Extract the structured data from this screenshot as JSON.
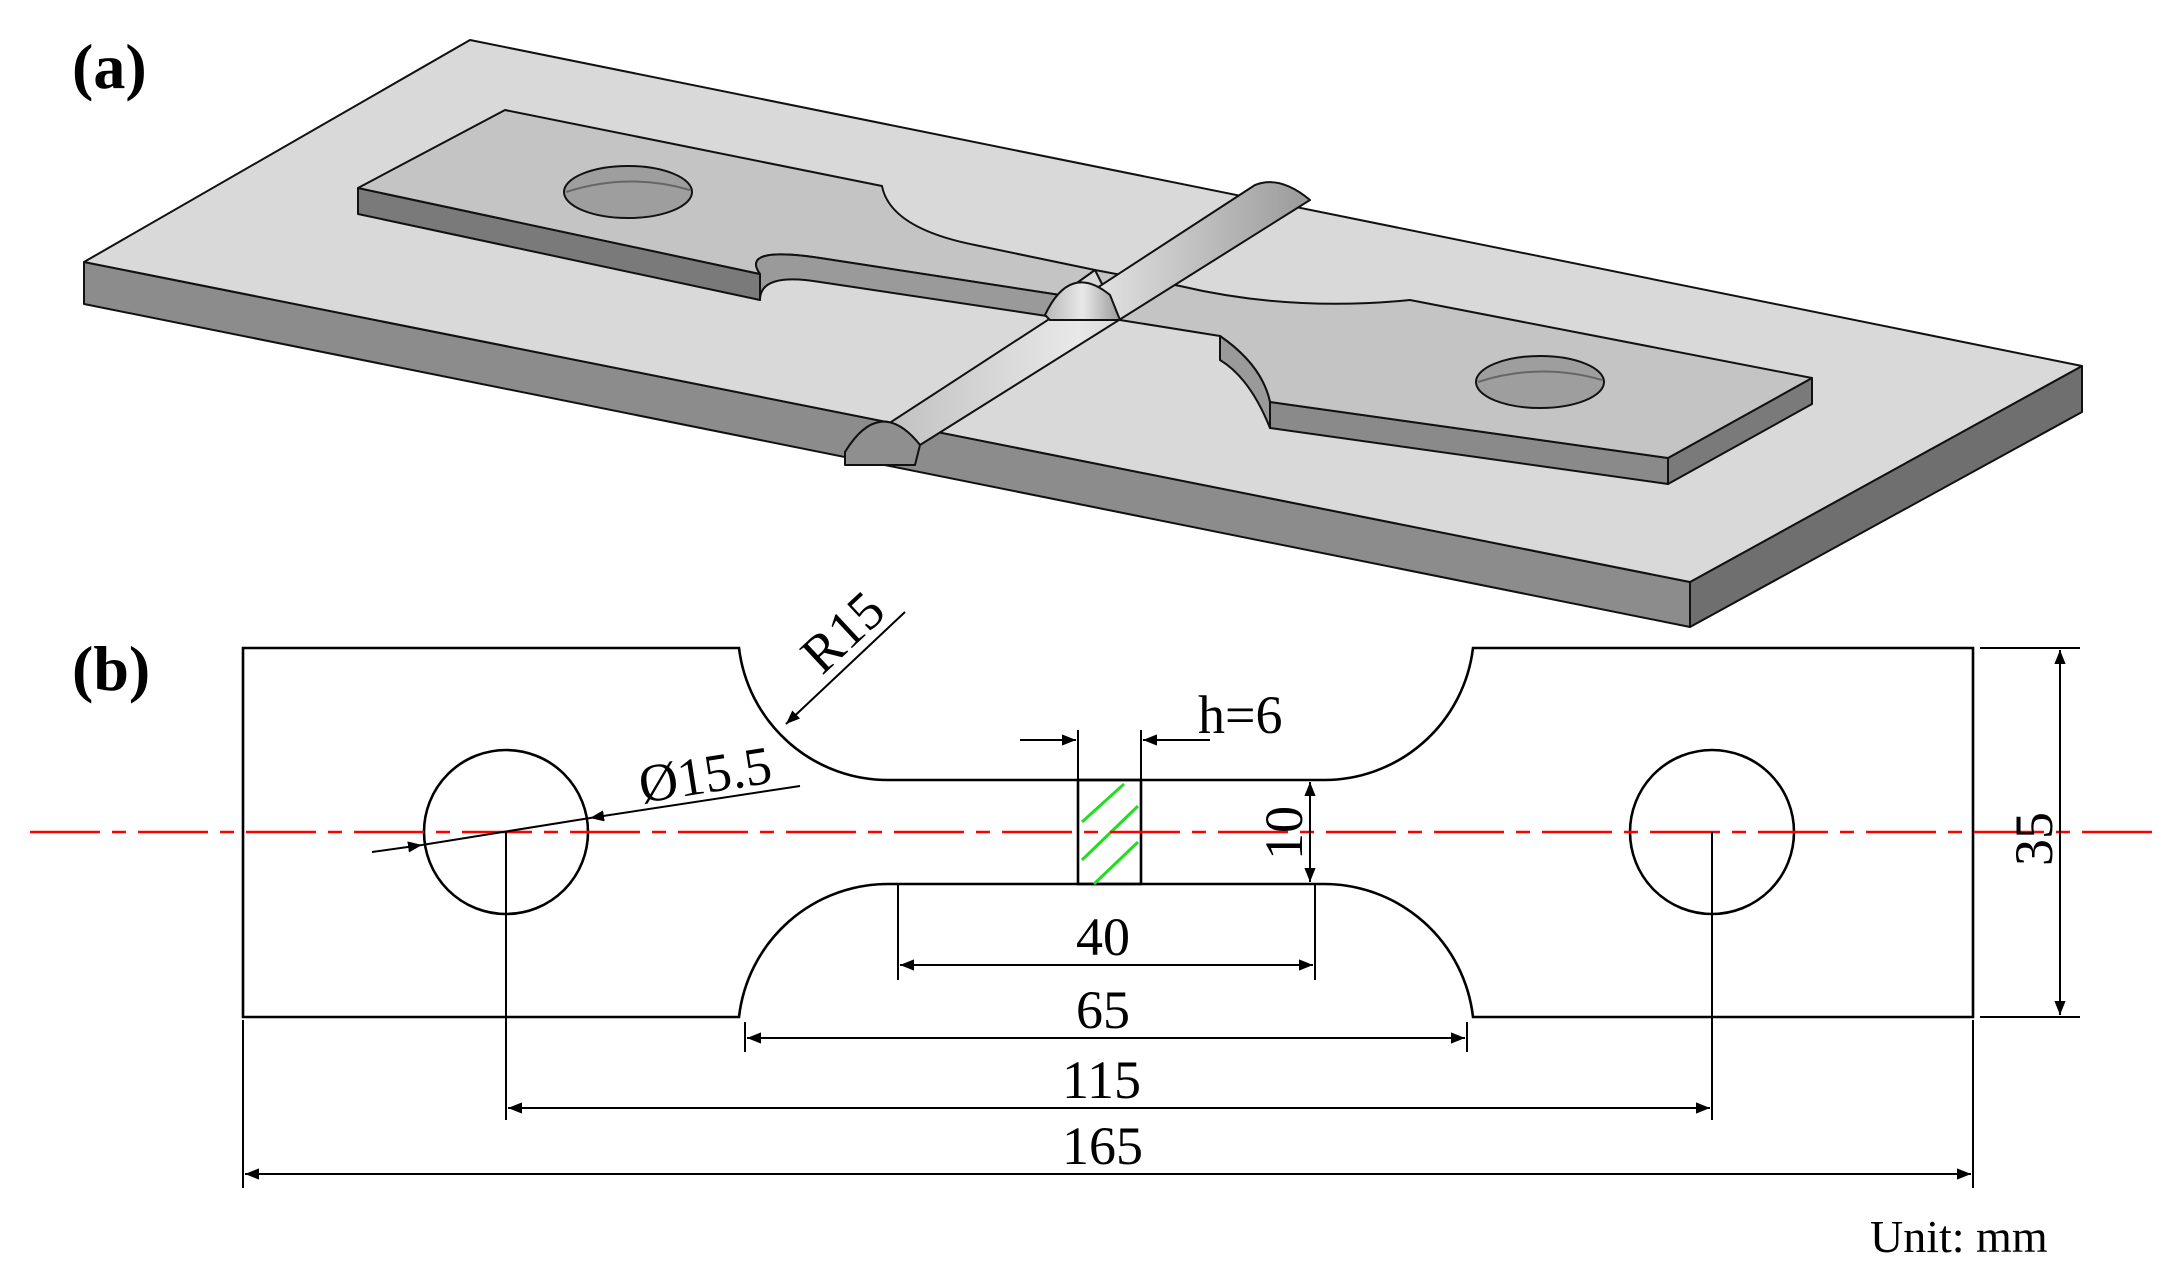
{
  "panels": {
    "a": {
      "label": "(a)"
    },
    "b": {
      "label": "(b)"
    }
  },
  "dimensions": {
    "radius": "R15",
    "hole_diameter": "Ø15.5",
    "weld_width": "h=6",
    "gauge_width": "10",
    "overall_width": "35",
    "gauge_length": "40",
    "reduced_section_length": "65",
    "hole_spacing": "115",
    "overall_length": "165"
  },
  "unit_label": "Unit: mm",
  "colors": {
    "centerline": "#ff0000",
    "weld_hatch": "#22dd22",
    "plate_top": "#d9d9d9",
    "plate_side": "#8c8c8c",
    "specimen_top": "#c4c4c4",
    "specimen_side": "#7a7a7a",
    "outline": "#000000"
  }
}
